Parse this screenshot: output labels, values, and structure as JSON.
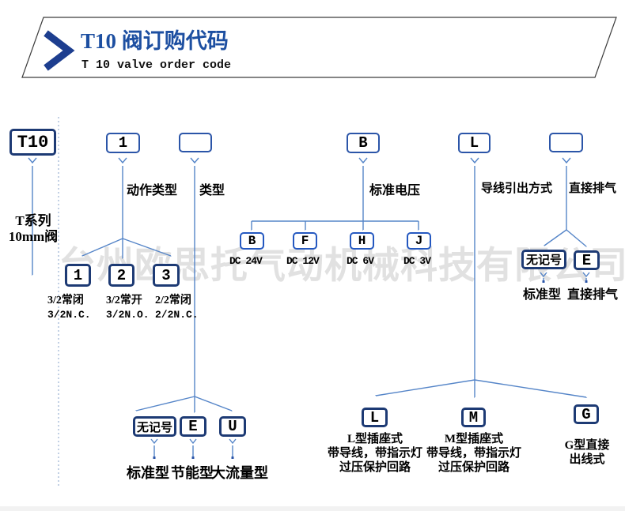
{
  "header": {
    "title": "T10 阀订购代码",
    "subtitle": "T 10 valve order code"
  },
  "watermark": {
    "text": "台州欧思托气动机械科技有限公司"
  },
  "series": {
    "code": "T10",
    "line1": "T系列",
    "line2": "10mm阀"
  },
  "codes": {
    "action": "1",
    "type": "",
    "voltage": "B",
    "lead": "L",
    "exhaust": ""
  },
  "categories": {
    "action": "动作类型",
    "type": "类型",
    "voltage": "标准电压",
    "lead": "导线引出方式",
    "exhaust": "直接排气"
  },
  "action_options": [
    {
      "code": "1",
      "name": "3/2常闭",
      "name_en": "3/2N.C."
    },
    {
      "code": "2",
      "name": "3/2常开",
      "name_en": "3/2N.O."
    },
    {
      "code": "3",
      "name": "2/2常闭",
      "name_en": "2/2N.C."
    }
  ],
  "voltage_options": [
    {
      "code": "B",
      "voltage": "DC 24V"
    },
    {
      "code": "F",
      "voltage": "DC 12V"
    },
    {
      "code": "H",
      "voltage": "DC 6V"
    },
    {
      "code": "J",
      "voltage": "DC 3V"
    }
  ],
  "type_options": [
    {
      "code": "无记号",
      "name": "标准型"
    },
    {
      "code": "E",
      "name": "节能型"
    },
    {
      "code": "U",
      "name": "大流量型"
    }
  ],
  "exhaust_options": [
    {
      "code": "无记号",
      "name": "标准型"
    },
    {
      "code": "E",
      "name": "直接排气"
    }
  ],
  "lead_options": [
    {
      "code": "L",
      "line1": "L型插座式",
      "line2": "带导线，带指示灯",
      "line3": "过压保护回路"
    },
    {
      "code": "M",
      "line1": "M型插座式",
      "line2": "带导线，带指示灯",
      "line3": "过压保护回路"
    },
    {
      "code": "G",
      "line1": "G型直接",
      "line2": "出线式"
    }
  ],
  "colors": {
    "title_blue": "#1d4fa1",
    "box_border_main": "#2b55a8",
    "box_border_dark": "#1d3a74",
    "box_border_voltage": "#2458c0",
    "connector_blue": "#5585c8",
    "watermark_gray": "#c9c9c9"
  }
}
